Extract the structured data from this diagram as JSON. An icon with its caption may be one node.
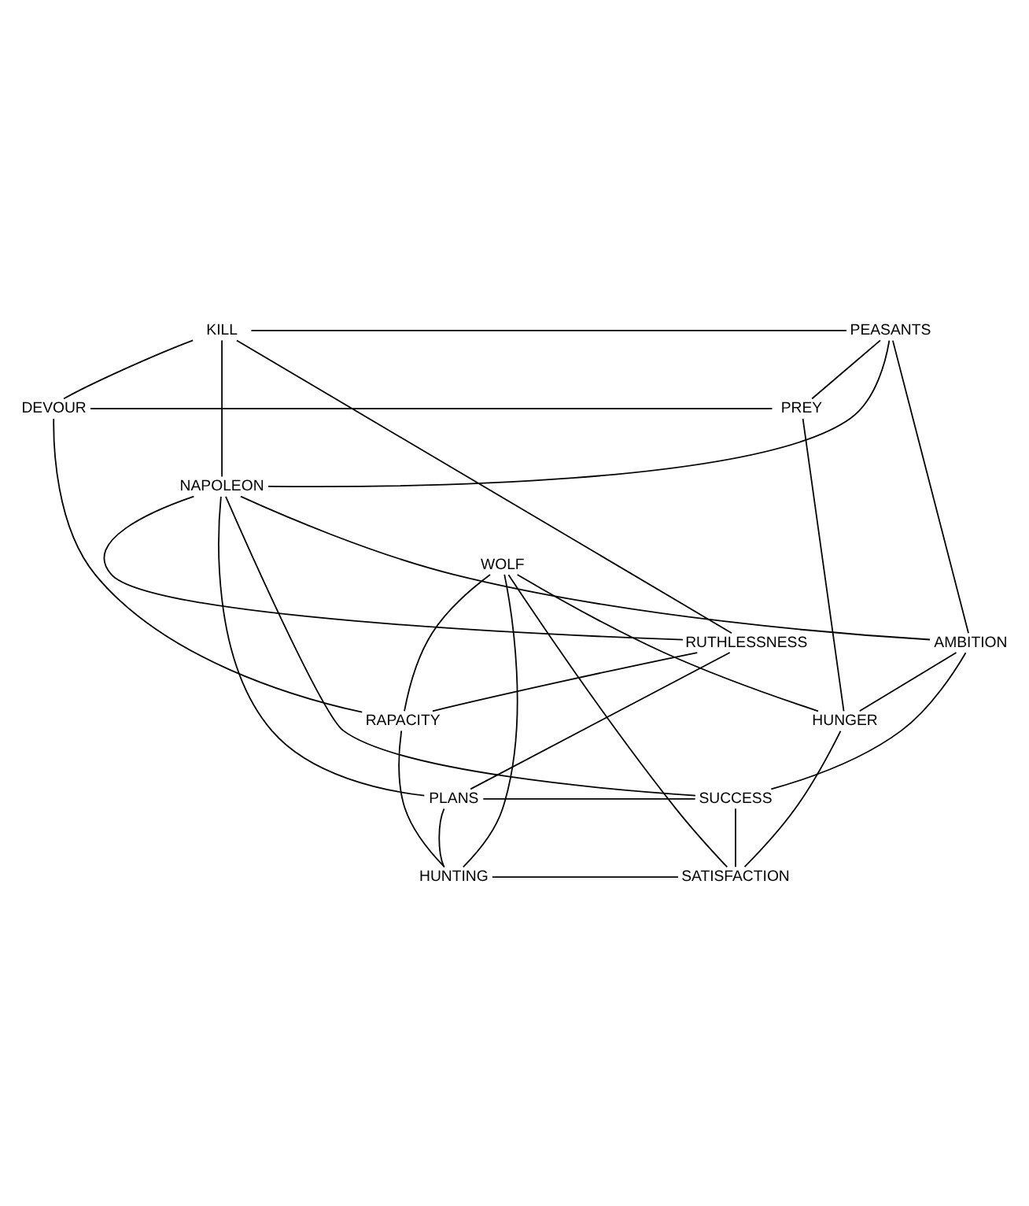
{
  "diagram": {
    "nodes": [
      {
        "text": [
          "KILL"
        ]
      },
      {
        "text": [
          "PEASANTS"
        ]
      },
      {
        "text": [
          "DEVOUR"
        ]
      },
      {
        "text": [
          "PREY"
        ]
      },
      {
        "text": [
          "NAPOLEON"
        ]
      },
      {
        "text": [
          "WOLF"
        ]
      },
      {
        "text": [
          "RUTHLESSNESS"
        ]
      },
      {
        "text": [
          "AMBITION"
        ]
      },
      {
        "text": [
          "RAPACITY"
        ]
      },
      {
        "text": [
          "HUNGER"
        ]
      },
      {
        "text": [
          "PLANS"
        ]
      },
      {
        "text": [
          "SUCCESS"
        ]
      },
      {
        "text": [
          "HUNTING"
        ]
      },
      {
        "text": [
          "SATISFACTION"
        ]
      }
    ],
    "edges": [
      {
        "from": 0,
        "to": 1,
        "arrow": "none"
      },
      {
        "from": 0,
        "to": 2,
        "arrow": "none"
      },
      {
        "from": 0,
        "to": 4,
        "arrow": "none"
      },
      {
        "from": 0,
        "to": 6,
        "arrow": "none"
      },
      {
        "from": 1,
        "to": 3,
        "arrow": "none"
      },
      {
        "from": 1,
        "to": 4,
        "arrow": "none"
      },
      {
        "from": 1,
        "to": 7,
        "arrow": "none"
      },
      {
        "from": 2,
        "to": 3,
        "arrow": "none"
      },
      {
        "from": 2,
        "to": 8,
        "arrow": "none"
      },
      {
        "from": 3,
        "to": 9,
        "arrow": "none"
      },
      {
        "from": 4,
        "to": 6,
        "arrow": "none"
      },
      {
        "from": 4,
        "to": 7,
        "arrow": "none"
      },
      {
        "from": 4,
        "to": 10,
        "arrow": "none"
      },
      {
        "from": 4,
        "to": 11,
        "arrow": "none"
      },
      {
        "from": 5,
        "to": 8,
        "arrow": "none"
      },
      {
        "from": 5,
        "to": 9,
        "arrow": "none"
      },
      {
        "from": 5,
        "to": 12,
        "arrow": "none"
      },
      {
        "from": 5,
        "to": 13,
        "arrow": "none"
      },
      {
        "from": 6,
        "to": 8,
        "arrow": "none"
      },
      {
        "from": 6,
        "to": 10,
        "arrow": "none"
      },
      {
        "from": 7,
        "to": 9,
        "arrow": "none"
      },
      {
        "from": 7,
        "to": 11,
        "arrow": "none"
      },
      {
        "from": 8,
        "to": 12,
        "arrow": "none"
      },
      {
        "from": 9,
        "to": 13,
        "arrow": "none"
      },
      {
        "from": 10,
        "to": 11,
        "arrow": "none"
      },
      {
        "from": 10,
        "to": 12,
        "arrow": "none"
      },
      {
        "from": 11,
        "to": 13,
        "arrow": "none"
      },
      {
        "from": 12,
        "to": 13,
        "arrow": "none"
      }
    ]
  }
}
